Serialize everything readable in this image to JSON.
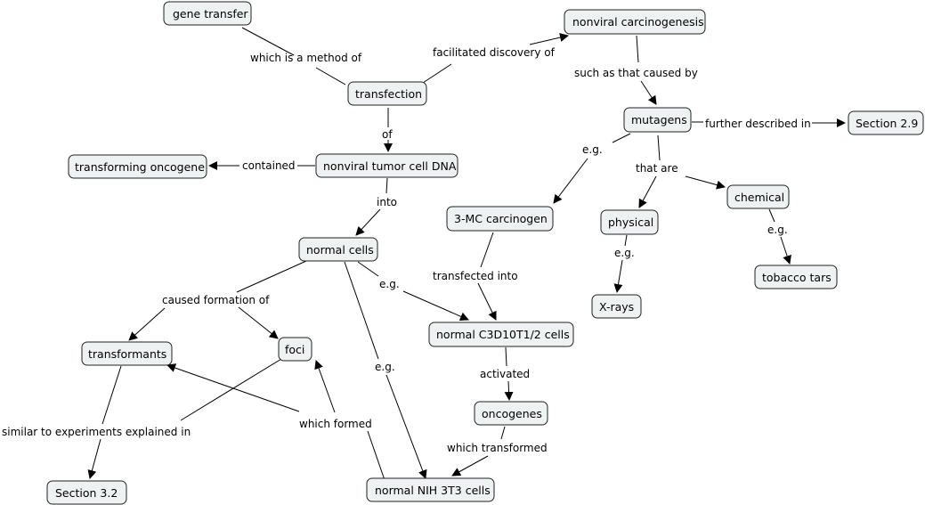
{
  "nodes": {
    "gene_transfer": "gene transfer",
    "nonviral_carcinogenesis": "nonviral carcinogenesis",
    "transfection": "transfection",
    "mutagens": "mutagens",
    "section_2_9": "Section 2.9",
    "transforming_oncogene": "transforming oncogene",
    "nonviral_tumor_cell_dna": "nonviral tumor cell DNA",
    "chemical": "chemical",
    "three_mc_carcinogen": "3-MC carcinogen",
    "physical": "physical",
    "normal_cells": "normal cells",
    "tobacco_tars": "tobacco tars",
    "x_rays": "X-rays",
    "normal_c3d10t1_2_cells": "normal C3D10T1/2 cells",
    "transformants": "transformants",
    "foci": "foci",
    "oncogenes": "oncogenes",
    "section_3_2": "Section 3.2",
    "normal_nih_3t3_cells": "normal NIH 3T3 cells"
  },
  "links": {
    "which_is_a_method_of": "which is a method of",
    "facilitated_discovery_of": "facilitated discovery of",
    "such_as_that_caused_by": "such as that caused by",
    "further_described_in": "further described in",
    "of": "of",
    "contained": "contained",
    "eg_mutagens": "e.g.",
    "that_are": "that are",
    "into": "into",
    "eg_chemical": "e.g.",
    "eg_physical": "e.g.",
    "transfected_into": "transfected into",
    "caused_formation_of": "caused formation of",
    "eg_normal_cells_c3d": "e.g.",
    "activated": "activated",
    "eg_normal_cells_nih": "e.g.",
    "similar_to_experiments_explained_in": "similar to experiments explained in",
    "which_formed": "which formed",
    "which_transformed": "which transformed"
  }
}
